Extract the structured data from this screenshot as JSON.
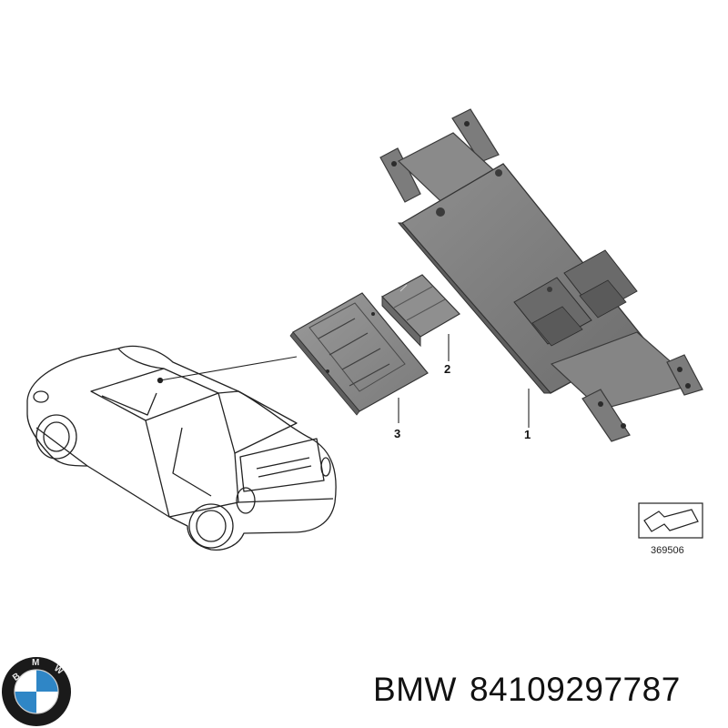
{
  "diagram": {
    "callouts": [
      {
        "id": "1",
        "label": "1"
      },
      {
        "id": "2",
        "label": "2"
      },
      {
        "id": "3",
        "label": "3"
      }
    ],
    "reference_number": "369506"
  },
  "logo": {
    "icon": "bmw-roundel-logo",
    "text": "BMW",
    "colors": {
      "ring": "#111111",
      "blue": "#2f86c6",
      "white": "#ffffff"
    }
  },
  "caption": {
    "brand": "BMW",
    "part_number": "84109297787"
  }
}
